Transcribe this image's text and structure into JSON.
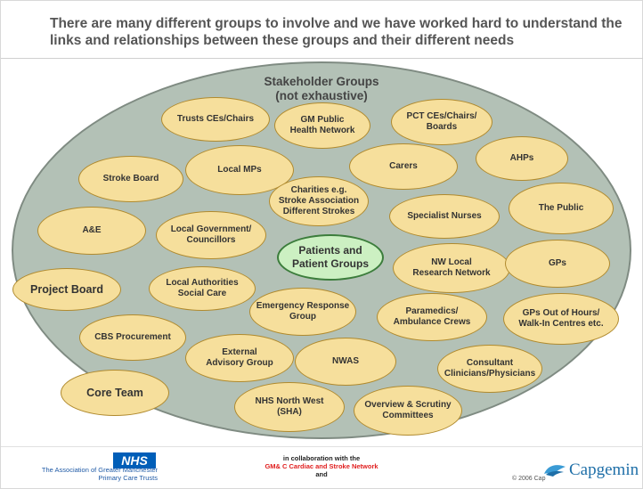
{
  "title": "There are many different groups to involve and we have worked hard to understand the links and relationships between these groups and their different needs",
  "diagram": {
    "heading": "Stakeholder Groups\n(not exhaustive)",
    "center": "Patients and\nPatient Groups",
    "nodes": [
      "Trusts CEs/Chairs",
      "GM Public\nHealth Network",
      "PCT CEs/Chairs/\nBoards",
      "AHPs",
      "Carers",
      "Stroke Board",
      "Local MPs",
      "Charities e.g.\nStroke Association\nDifferent Strokes",
      "Specialist Nurses",
      "The Public",
      "A&E",
      "Local Government/\nCouncillors",
      "NW Local\nResearch Network",
      "GPs",
      "Project Board",
      "Local Authorities\nSocial Care",
      "Emergency Response\nGroup",
      "Paramedics/\nAmbulance Crews",
      "GPs Out of Hours/\nWalk-In Centres etc.",
      "CBS Procurement",
      "External\nAdvisory Group",
      "NWAS",
      "Consultant\nClinicians/Physicians",
      "Core Team",
      "NHS North West\n(SHA)",
      "Overview & Scrutiny\nCommittees"
    ]
  },
  "footer": {
    "nhs_logo": "NHS",
    "association": "The Association of Greater Manchester\nPrimary Care Trusts",
    "collab_line1": "in collaboration with the",
    "collab_line2": "GM& C Cardiac and Stroke Network",
    "collab_line3": "and",
    "copyright": "© 2006 Cap",
    "capgemini": "Capgemin"
  },
  "colors": {
    "ellipse_fill": "#b3c1b6",
    "node_fill": "#f6df9c",
    "center_fill": "#ccf0c2",
    "nhs_blue": "#005eb8",
    "network_red": "#e02020"
  }
}
